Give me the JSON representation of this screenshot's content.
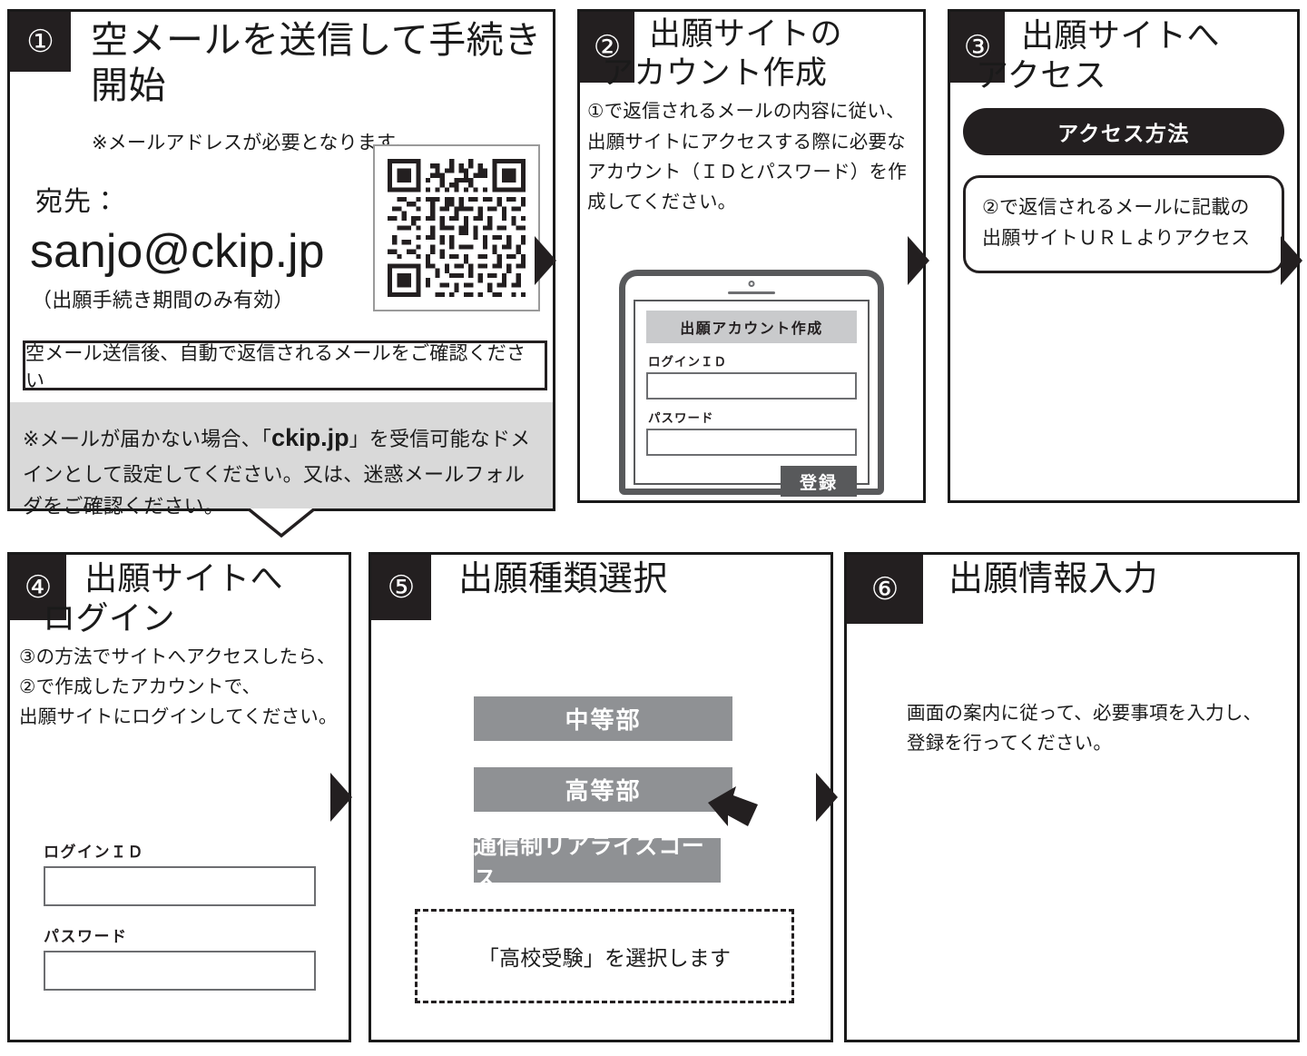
{
  "panels": [
    {
      "number": "①",
      "title": "空メールを送信して手続き開始",
      "note": "※メールアドレスが必要となります。",
      "address_label": "宛先：",
      "email": "sanjo@ckip.jp",
      "validity": "（出願手続き期間のみ有効）",
      "qr_alt": "qr-code",
      "callout": "空メール送信後、自動で返信されるメールをご確認ください",
      "warning_pre": "※メールが届かない場合、「",
      "warning_domain": "ckip.jp",
      "warning_post": "」を受信可能なドメインとして設定してください。又は、迷惑メールフォルダをご確認ください。"
    },
    {
      "number": "②",
      "title_line1": "出願サイトの",
      "title_line2": "アカウント作成",
      "body": "①で返信されるメールの内容に従い、出願サイトにアクセスする際に必要なアカウント（ＩＤとパスワード）を作成してください。",
      "device": {
        "form_title": "出願アカウント作成",
        "login_id_label": "ログインＩＤ",
        "login_id_value": "",
        "password_label": "パスワード",
        "password_value": "",
        "submit_label": "登録"
      }
    },
    {
      "number": "③",
      "title_line1": "出願サイトへ",
      "title_line2": "アクセス",
      "pill_label": "アクセス方法",
      "method_line1": "②で返信されるメールに記載の",
      "method_line2": "出願サイトＵＲＬよりアクセス"
    },
    {
      "number": "④",
      "title_line1": "出願サイトへ",
      "title_line2": "ログイン",
      "body_line1": "③の方法でサイトへアクセスしたら、",
      "body_line2": "②で作成したアカウントで、",
      "body_line3": "出願サイトにログインしてください。",
      "form": {
        "login_id_label": "ログインＩＤ",
        "login_id_value": "",
        "password_label": "パスワード",
        "password_value": ""
      }
    },
    {
      "number": "⑤",
      "title": "出願種類選択",
      "choices": [
        "中等部",
        "高等部",
        "通信制リアライズコース"
      ],
      "cursor_target_index": 1,
      "hint": "「高校受験」を選択します"
    },
    {
      "number": "⑥",
      "title": "出願情報入力",
      "body_line1": "画面の案内に従って、必要事項を入力し、",
      "body_line2": "登録を行ってください。"
    }
  ],
  "colors": {
    "ink": "#231f20",
    "gray_band": "#d9d9d9",
    "choice_gray": "#8f9194",
    "device_frame": "#58595b",
    "form_header": "#c9cacc"
  }
}
